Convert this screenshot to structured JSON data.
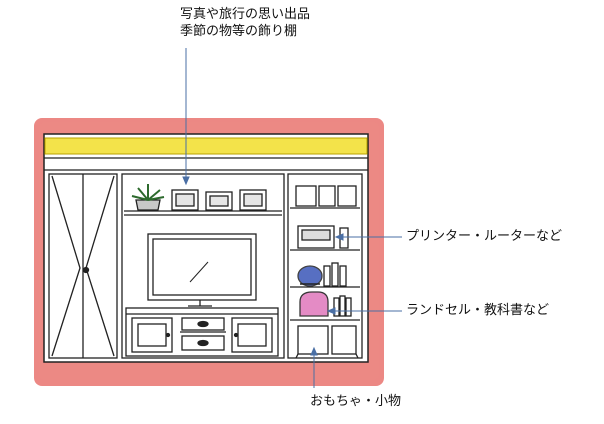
{
  "labels": {
    "shelf_line1": "写真や旅行の思い出品",
    "shelf_line2": "季節の物等の飾り棚",
    "printer": "プリンター・ルーターなど",
    "randoseru": "ランドセル・教科書など",
    "toys": "おもちゃ・小物"
  },
  "colors": {
    "wall_red": "#e9736e",
    "ceiling_yellow": "#f3e34a",
    "leader_blue": "#4a6fa5",
    "sketch_line": "#222222"
  }
}
